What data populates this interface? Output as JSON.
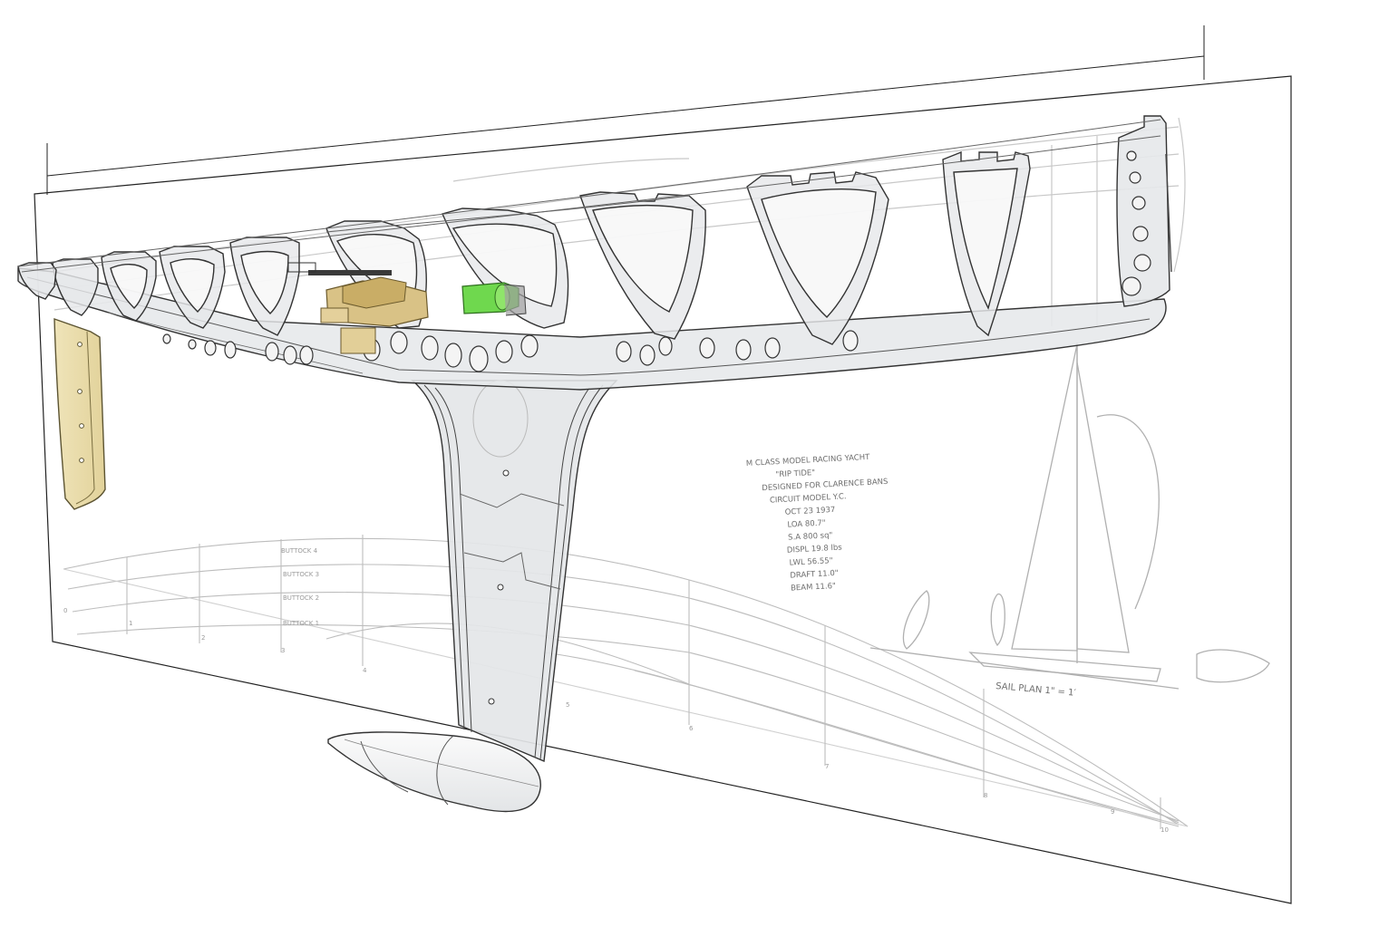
{
  "drawing": {
    "title_block": {
      "lines": [
        "M CLASS MODEL RACING YACHT",
        "\"RIP TIDE\"",
        "DESIGNED FOR CLARENCE BANS",
        "CIRCUIT MODEL Y.C.",
        "OCT 23 1937",
        "LOA 80.7\"",
        "S.A 800 sq\"",
        "DISPL 19.8 lbs",
        "LWL 56.55\"",
        "DRAFT 11.0\"",
        "BEAM 11.6\""
      ]
    },
    "sail_plan_label": "SAIL PLAN 1\" = 1′",
    "buttock_labels": [
      "BUTTOCK 4",
      "BUTTOCK 3",
      "BUTTOCK 2",
      "BUTTOCK 1"
    ],
    "station_numbers": [
      "0",
      "1",
      "2",
      "3",
      "4",
      "5",
      "6",
      "7",
      "8",
      "9",
      "10"
    ]
  },
  "colors": {
    "hull_frame": "#e6e8ea",
    "frame_stroke": "#3a3a3a",
    "rudder": "#e8dba8",
    "servo_tan": "#d2b878",
    "battery_green": "#5fd24a",
    "plan_lines": "#b8b8b8"
  }
}
